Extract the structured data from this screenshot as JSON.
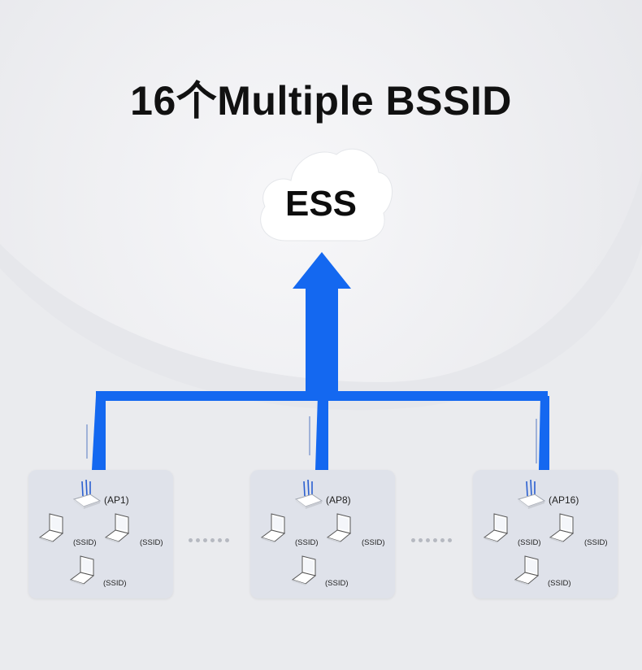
{
  "title": "16个Multiple BSSID",
  "cloud": {
    "label": "ESS"
  },
  "colors": {
    "arrow": "#1468f0",
    "panel": "#dfe2ea",
    "background": "#e9eaed"
  },
  "access_points": [
    {
      "label": "(AP1)",
      "clients": [
        "(SSID)",
        "(SSID)",
        "(SSID)"
      ]
    },
    {
      "label": "(AP8)",
      "clients": [
        "(SSID)",
        "(SSID)",
        "(SSID)"
      ]
    },
    {
      "label": "(AP16)",
      "clients": [
        "(SSID)",
        "(SSID)",
        "(SSID)"
      ]
    }
  ],
  "icons": {
    "router": "router-icon",
    "laptop": "laptop-icon",
    "cloud": "cloud-icon",
    "ellipsis": "ellipsis-icon"
  }
}
